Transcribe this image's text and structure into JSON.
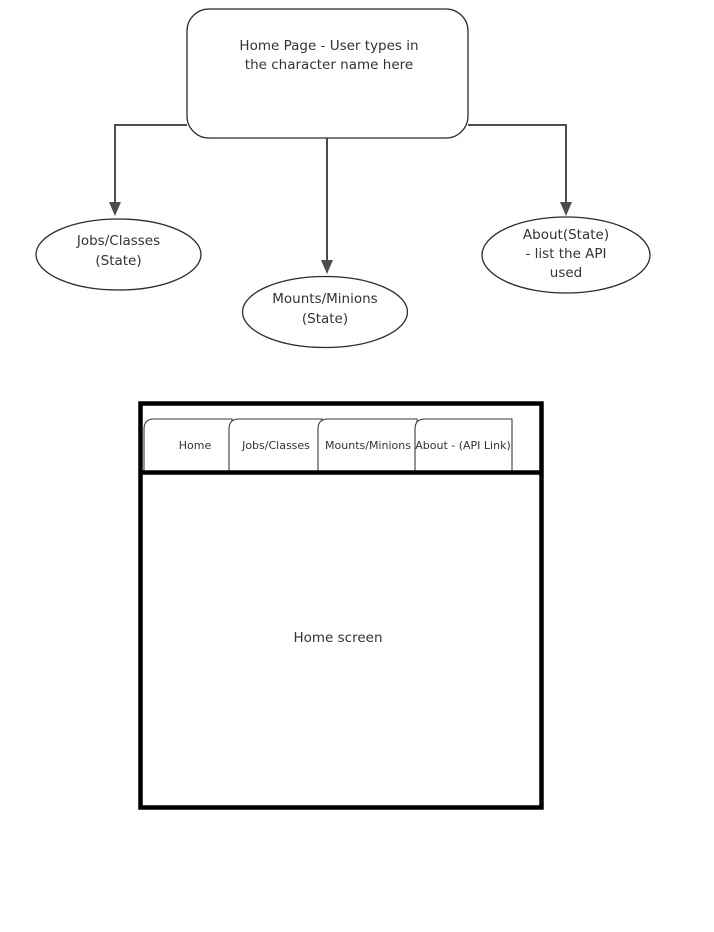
{
  "diagram": {
    "title_node": {
      "id": "home-page-node",
      "shape": "rounded-rectangle",
      "lines": [
        "Home Page - User types in",
        "the character name here"
      ]
    },
    "child_nodes": [
      {
        "id": "jobs-classes-node",
        "shape": "ellipse",
        "lines": [
          "Jobs/Classes",
          "(State)"
        ]
      },
      {
        "id": "mounts-minions-node",
        "shape": "ellipse",
        "lines": [
          "Mounts/Minions",
          "(State)"
        ]
      },
      {
        "id": "about-node",
        "shape": "ellipse",
        "lines": [
          "About(State)",
          "- list the API",
          "used"
        ]
      }
    ],
    "colors": {
      "text": "#333333",
      "node_stroke": "#2b2b2b",
      "connector": "#4d4d4d",
      "frame": "#000000",
      "background": "#ffffff"
    }
  },
  "mockup": {
    "tabs": [
      {
        "label": "Home",
        "active": true
      },
      {
        "label": "Jobs/Classes",
        "active": false
      },
      {
        "label": "Mounts/Minions",
        "active": false
      },
      {
        "label": "About - (API Link)",
        "active": false
      }
    ],
    "content": {
      "label": "Home screen"
    }
  }
}
